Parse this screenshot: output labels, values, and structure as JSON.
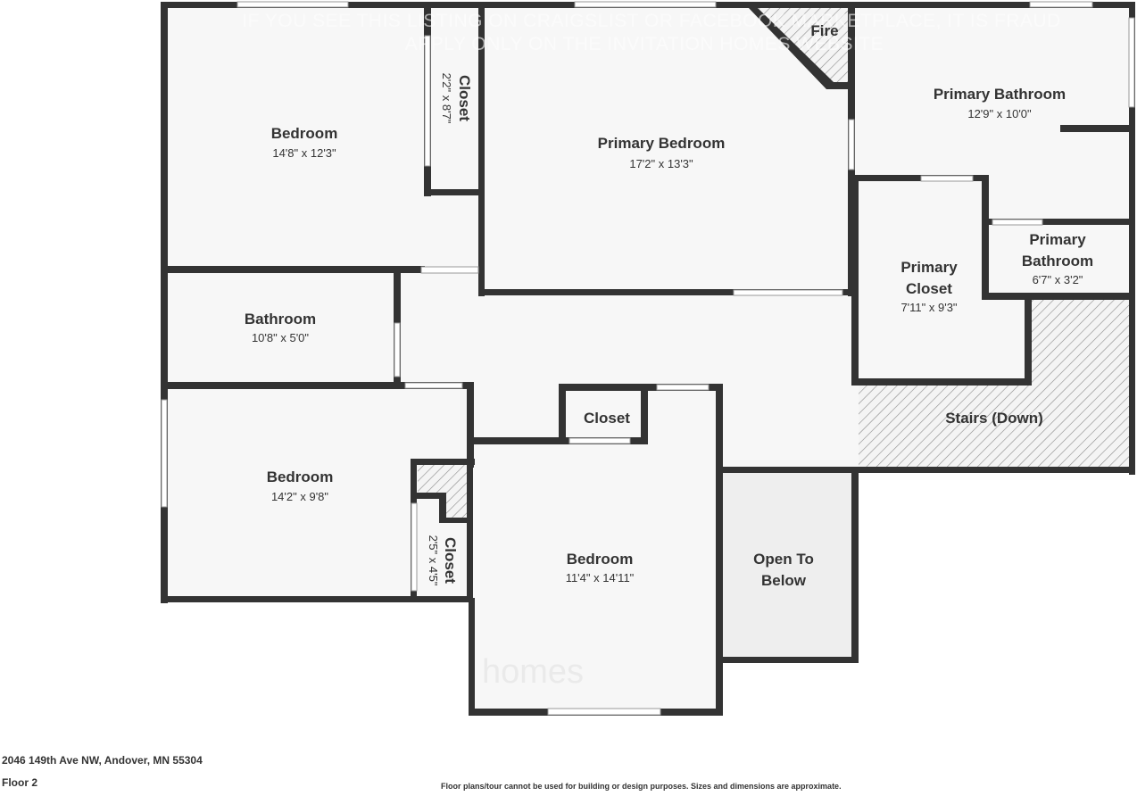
{
  "watermark": {
    "line1": "IF YOU SEE THIS LISTING ON CRAIGSLIST OR FACEBOOK MARKETPLACE, IT IS FRAUD",
    "line2": "APPLY ONLY ON THE INVITATION HOMES WEBSITE"
  },
  "logo": {
    "text": "homes"
  },
  "rooms": {
    "bedroom_nw": {
      "name": "Bedroom",
      "dims": "14'8\" x 12'3\""
    },
    "closet_nw": {
      "name": "Closet",
      "dims": "2'2\" x 8'7\""
    },
    "primary_bedroom": {
      "name": "Primary Bedroom",
      "dims": "17'2\" x 13'3\""
    },
    "fire": {
      "name": "Fire"
    },
    "primary_bathroom": {
      "name": "Primary Bathroom",
      "dims": "12'9\" x 10'0\""
    },
    "primary_closet": {
      "name_line1": "Primary",
      "name_line2": "Closet",
      "dims": "7'11\" x 9'3\""
    },
    "primary_bathroom_small": {
      "name_line1": "Primary",
      "name_line2": "Bathroom",
      "dims": "6'7\" x 3'2\""
    },
    "bathroom": {
      "name": "Bathroom",
      "dims": "10'8\" x 5'0\""
    },
    "stairs": {
      "name": "Stairs (Down)"
    },
    "closet_center": {
      "name": "Closet"
    },
    "bedroom_sw": {
      "name": "Bedroom",
      "dims": "14'2\" x 9'8\""
    },
    "closet_sw": {
      "name": "Closet",
      "dims": "2'5\" x 4'5\""
    },
    "bedroom_s": {
      "name": "Bedroom",
      "dims": "11'4\" x 14'11\""
    },
    "open_to_below": {
      "name_line1": "Open To",
      "name_line2": "Below"
    }
  },
  "footer": {
    "address": "2046 149th Ave NW, Andover, MN 55304",
    "floor": "Floor 2",
    "disclaimer": "Floor plans/tour cannot be used for building or design purposes. Sizes and dimensions are approximate."
  },
  "colors": {
    "wall": "#333333",
    "room": "#f7f7f7",
    "open": "#eeeeee",
    "hatch": "#888888"
  }
}
